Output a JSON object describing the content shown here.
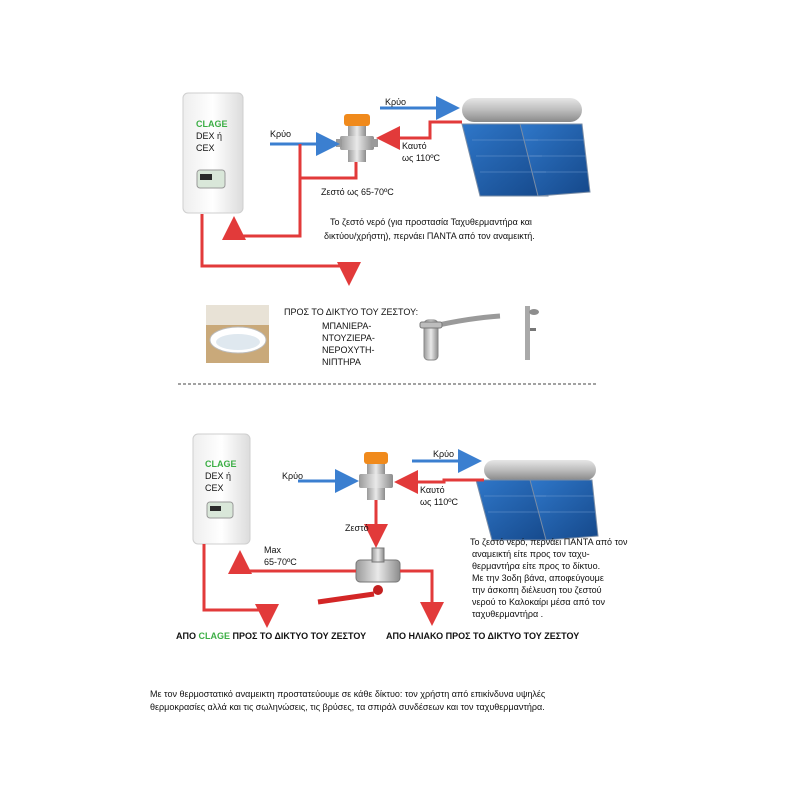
{
  "top": {
    "heater": {
      "brand": "CLAGE",
      "model_line1": "DEX  ή",
      "model_line2": "CEX"
    },
    "label_cold_left": "Κρύο",
    "label_cold_top": "Κρύο",
    "label_hot_line1": "Καυτό",
    "label_hot_line2": "ως  110ºC",
    "label_warm": "Ζεστό ως 65-70ºC",
    "note_line1": "Το ζεστό νερό (για προστασία Ταχυθερμαντήρα  και",
    "note_line2": "δικτύου/χρήστη), περνάει   ΠΑΝΤΑ από τον αναμεικτή.",
    "network_title": "ΠΡΟΣ ΤΟ ΔΙΚΤΥΟ ΤΟΥ ΖΕΣΤΟΥ:",
    "network_items": [
      "ΜΠΑΝΙΕΡΑ-",
      "ΝΤΟΥΖΙΕΡΑ-",
      "ΝΕΡΟΧΥΤΗ-",
      "ΝΙΠΤΗΡΑ"
    ]
  },
  "bottom": {
    "heater": {
      "brand": "CLAGE",
      "model_line1": "DEX  ή",
      "model_line2": "CEX"
    },
    "label_cold_left": "Κρύο",
    "label_cold_top": "Κρύο",
    "label_hot_line1": "Καυτό",
    "label_hot_line2": "ως  110ºC",
    "label_warm": "Ζεστό",
    "label_max_line1": "Max",
    "label_max_line2": "65-70ºC",
    "note_lines": [
      "Το ζεστό νερό, περνάει ΠΑΝΤΑ από τον",
      "αναμεικτή είτε προς τον ταχυ-",
      "θερμαντήρα είτε προς το δίκτυο.",
      "Με την 3οδη βάνα, αποφεύγουμε",
      "την άσκοπη διέλευση του ζεστού",
      "νερού το Καλοκαίρι μέσα από τον",
      "ταχυθερμαντήρα ."
    ],
    "from_clage_prefix": "ΑΠΟ",
    "from_clage_brand": "CLAGE",
    "from_clage_suffix": "ΠΡΟΣ  ΤΟ ΔΙΚΤΥΟ ΤΟΥ ΖΕΣΤΟΥ",
    "from_solar": "ΑΠΟ   ΗΛΙΑΚΟ  ΠΡΟΣ  ΤΟ ΔΙΚΤΥΟ ΤΟΥ ΖΕΣΤΟΥ"
  },
  "footer": {
    "line1": "Με τον θερμοστατικό αναμεικτη  προστατεύουμε σε κάθε δίκτυο:  τον χρήστη από επικίνδυνα υψηλές",
    "line2": "θερμοκρασίες αλλά και τις  σωληνώσεις, τις βρύσες, τα σπιράλ συνδέσεων και τον  ταχυθερμαντήρα."
  },
  "colors": {
    "hot_pipe": "#e23a3a",
    "cold_pipe": "#3b7fd0",
    "brand_green": "#3cae45",
    "panel_blue": "#1f5fa8"
  }
}
